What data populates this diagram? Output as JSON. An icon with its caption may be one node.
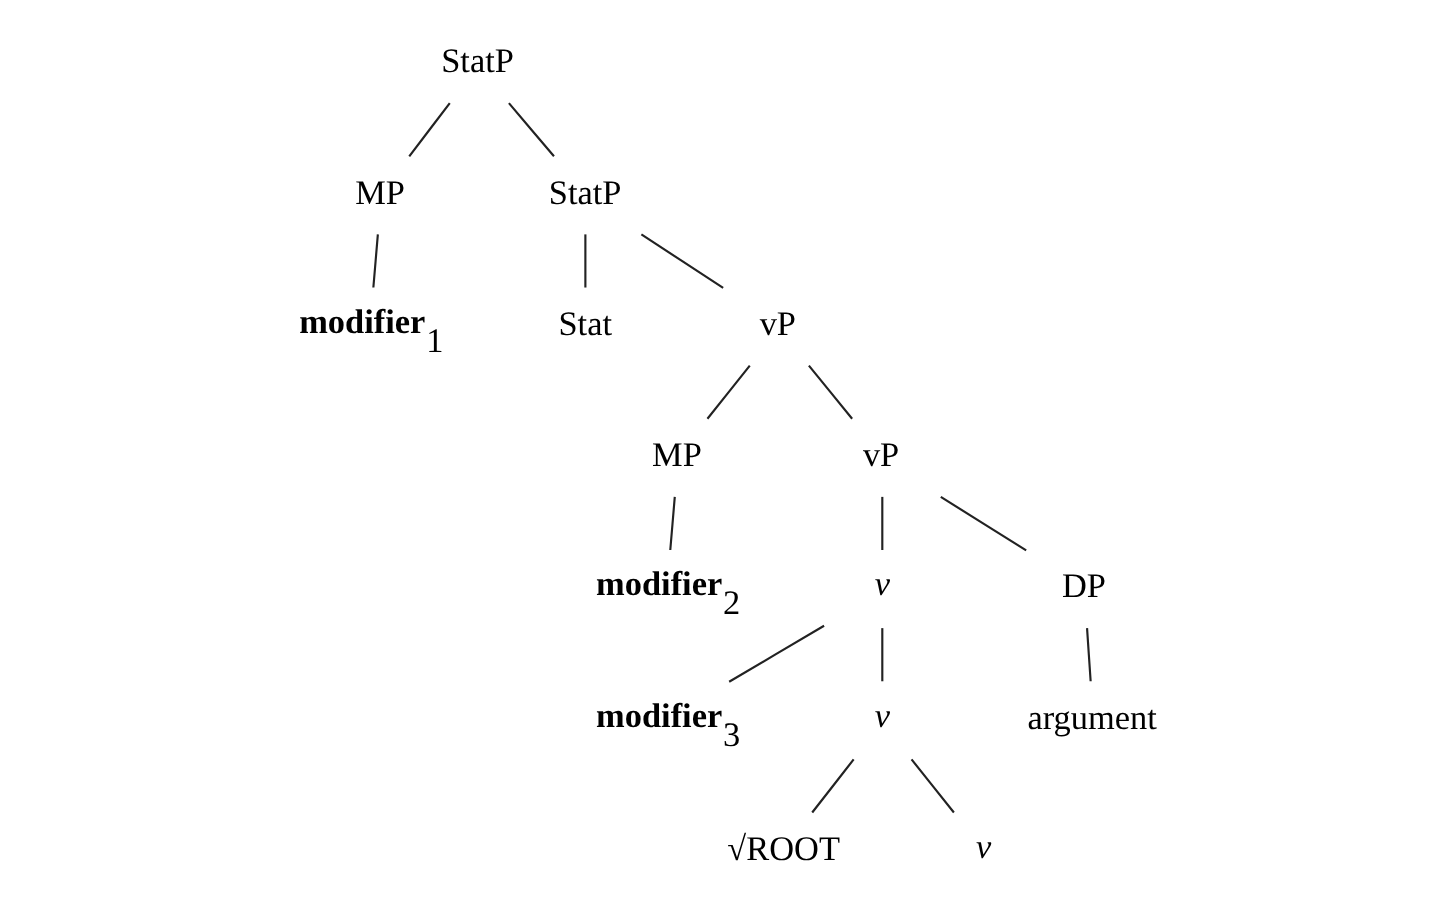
{
  "diagram": {
    "nodes": [
      {
        "text": [
          "StatP"
        ]
      },
      {
        "text": [
          "MP"
        ]
      },
      {
        "text": [
          "StatP"
        ]
      },
      {
        "text": [
          "**modifier**$_{1}$"
        ]
      },
      {
        "text": [
          "Stat"
        ]
      },
      {
        "text": [
          "vP"
        ]
      },
      {
        "text": [
          "MP"
        ]
      },
      {
        "text": [
          "vP"
        ]
      },
      {
        "text": [
          "**modifier**$_{2}$"
        ]
      },
      {
        "text": [
          "v"
        ]
      },
      {
        "text": [
          "DP"
        ]
      },
      {
        "text": [
          "**modifier**$_{3}$"
        ]
      },
      {
        "text": [
          "v"
        ]
      },
      {
        "text": [
          "argument"
        ]
      },
      {
        "text": [
          "√ROOT"
        ]
      },
      {
        "text": [
          "v"
        ]
      }
    ],
    "edges": [
      {
        "from": 0,
        "to": 1,
        "arrow": "none"
      },
      {
        "from": 0,
        "to": 2,
        "arrow": "none"
      },
      {
        "from": 1,
        "to": 3,
        "arrow": "none"
      },
      {
        "from": 2,
        "to": 4,
        "arrow": "none"
      },
      {
        "from": 2,
        "to": 5,
        "arrow": "none"
      },
      {
        "from": 5,
        "to": 6,
        "arrow": "none"
      },
      {
        "from": 5,
        "to": 7,
        "arrow": "none"
      },
      {
        "from": 6,
        "to": 8,
        "arrow": "none"
      },
      {
        "from": 7,
        "to": 9,
        "arrow": "none"
      },
      {
        "from": 7,
        "to": 10,
        "arrow": "none"
      },
      {
        "from": 9,
        "to": 11,
        "arrow": "none"
      },
      {
        "from": 9,
        "to": 12,
        "arrow": "none"
      },
      {
        "from": 10,
        "to": 13,
        "arrow": "none"
      },
      {
        "from": 12,
        "to": 14,
        "arrow": "none"
      },
      {
        "from": 12,
        "to": 15,
        "arrow": "none"
      }
    ]
  }
}
